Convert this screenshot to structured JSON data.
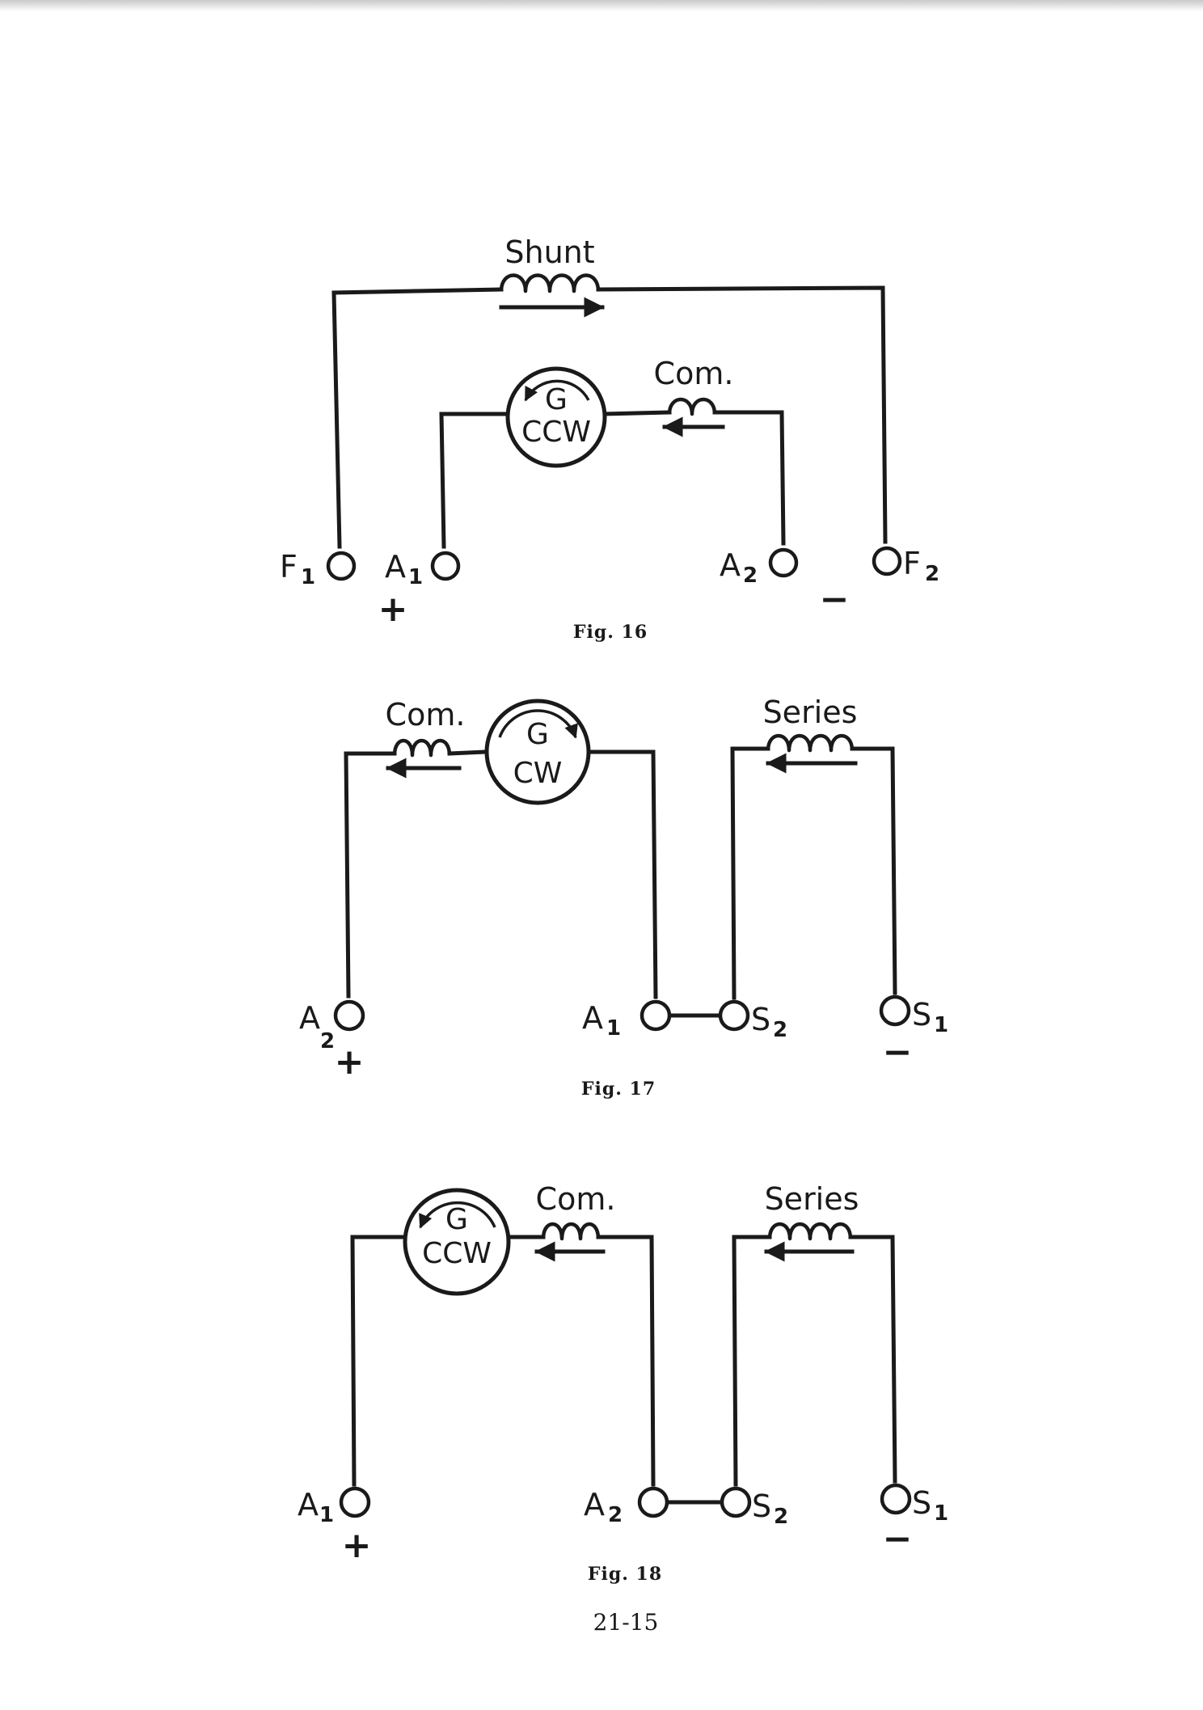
{
  "fig16": {
    "caption": "Fig. 16",
    "shunt_label": "Shunt",
    "com_label": "Com.",
    "gen_letter": "G",
    "gen_rotation": "CCW",
    "terminals": {
      "F1": {
        "main": "F",
        "sub": "1"
      },
      "A1": {
        "main": "A",
        "sub": "1"
      },
      "A2": {
        "main": "A",
        "sub": "2"
      },
      "F2": {
        "main": "F",
        "sub": "2"
      }
    },
    "plus": "+",
    "minus": "−"
  },
  "fig17": {
    "caption": "Fig. 17",
    "com_label": "Com.",
    "series_label": "Series",
    "gen_letter": "G",
    "gen_rotation": "CW",
    "terminals": {
      "A2": {
        "main": "A",
        "sub": "2"
      },
      "A1": {
        "main": "A",
        "sub": "1"
      },
      "S2": {
        "main": "S",
        "sub": "2"
      },
      "S1": {
        "main": "S",
        "sub": "1"
      }
    },
    "plus": "+",
    "minus": "−"
  },
  "fig18": {
    "caption": "Fig. 18",
    "com_label": "Com.",
    "series_label": "Series",
    "gen_letter": "G",
    "gen_rotation": "CCW",
    "terminals": {
      "A1": {
        "main": "A",
        "sub": "1"
      },
      "A2": {
        "main": "A",
        "sub": "2"
      },
      "S2": {
        "main": "S",
        "sub": "2"
      },
      "S1": {
        "main": "S",
        "sub": "1"
      }
    },
    "plus": "+",
    "minus": "−"
  },
  "page_number": "21-15"
}
